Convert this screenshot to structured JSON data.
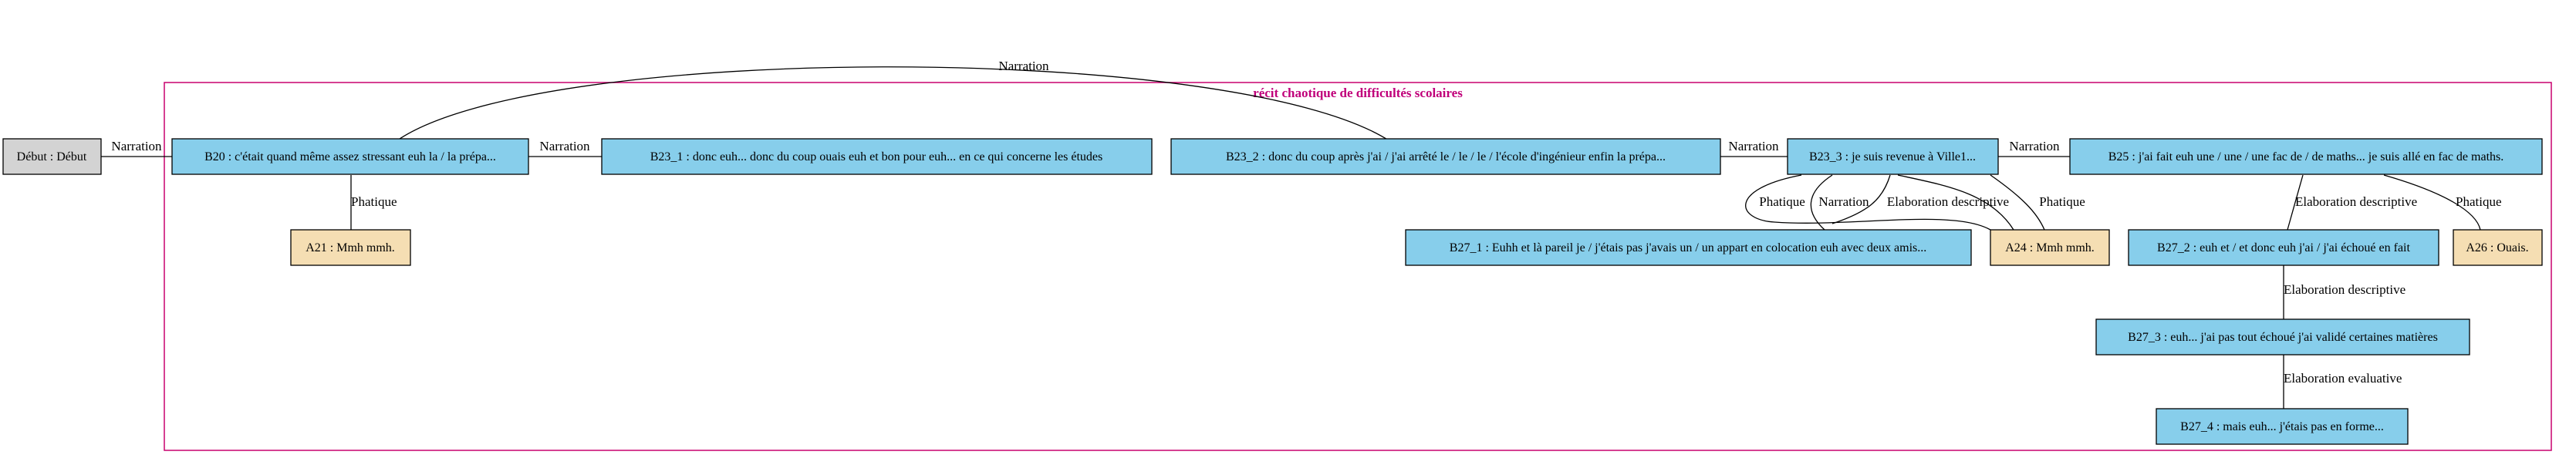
{
  "cluster": {
    "label": "récit chaotique de difficultés scolaires",
    "border_color": "#c8006e"
  },
  "colors": {
    "b_node": "#87ceeb",
    "a_node": "#f5deb3",
    "start_node": "#d3d3d3",
    "stroke": "#000000"
  },
  "nodes": {
    "debut": "Début : Début",
    "b20": "B20 : c'était quand même assez stressant euh la / la prépa...",
    "a21": "A21 : Mmh mmh.",
    "b23_1": "B23_1 : donc euh... donc du coup ouais euh et bon pour euh... en ce qui concerne les études",
    "b23_2": "B23_2 : donc du coup après j'ai / j'ai arrêté le / le / le / l'école d'ingénieur enfin la prépa...",
    "b23_3": "B23_3 : je suis revenue à Ville1...",
    "b25": "B25 : j'ai fait euh une / une / une fac de / de maths... je suis allé en fac de maths.",
    "b27_1": "B27_1 : Euhh et là pareil je / j'étais pas j'avais un / un appart en colocation euh avec deux amis...",
    "a24": "A24 : Mmh mmh.",
    "b27_2": "B27_2 : euh et / et donc euh j'ai / j'ai échoué en fait",
    "a26": "A26 : Ouais.",
    "b27_3": "B27_3 : euh... j'ai pas tout échoué j'ai validé certaines matières",
    "b27_4": "B27_4 : mais euh... j'étais pas en forme..."
  },
  "edges": {
    "debut_b20": "Narration",
    "b20_b23_2": "Narration",
    "b20_a21": "Phatique",
    "b20_b23_1": "Narration",
    "b23_2_b23_3": "Narration",
    "b23_3_b25": "Narration",
    "b23_3_a24_phatique_left": "Phatique",
    "b23_3_b27_1": "Narration",
    "b23_3_a24_elab": "Elaboration descriptive",
    "b23_3_a24_phatique_right": "Phatique",
    "b25_b27_2": "Elaboration descriptive",
    "b25_a26": "Phatique",
    "b27_2_b27_3": "Elaboration descriptive",
    "b27_3_b27_4": "Elaboration evaluative"
  }
}
